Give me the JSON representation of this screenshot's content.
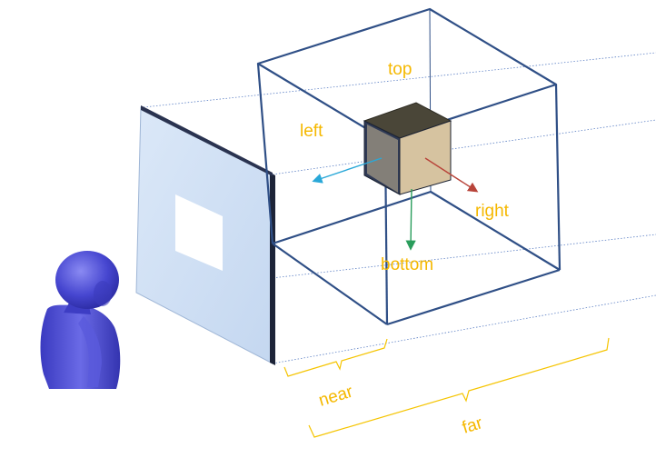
{
  "labels": {
    "top": "top",
    "left": "left",
    "right": "right",
    "bottom": "bottom",
    "near": "near",
    "far": "far"
  },
  "colors": {
    "frustum_edge": "#2f4f86",
    "projection_line": "#5b7fc4",
    "label_text": "#f5b800",
    "brace": "#f5c400",
    "arrow_left": "#2aa8d8",
    "arrow_right": "#b8443a",
    "arrow_bottom": "#2a9d5c",
    "screen_fill": "#cfe0f5",
    "screen_window": "#ffffff",
    "cube_front": "#d6c3a0",
    "cube_top": "#4a4638",
    "cube_side": "#2f3a55",
    "viewer": "#4444cc"
  },
  "icons": {
    "viewer": "viewer-figure-icon",
    "object": "cube-icon"
  }
}
